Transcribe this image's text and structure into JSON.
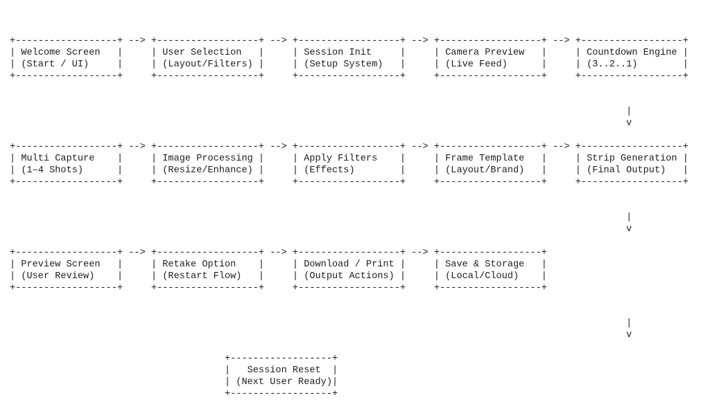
{
  "diagram": {
    "lines": [
      "+------------------+ --> +------------------+ --> +------------------+ --> +------------------+ --> +------------------+",
      "| Welcome Screen   |     | User Selection   |     | Session Init     |     | Camera Preview   |     | Countdown Engine |",
      "| (Start / UI)     |     | (Layout/Filters) |     | (Setup System)   |     | (Live Feed)      |     | (3..2..1)        |",
      "+------------------+     +------------------+     +------------------+     +------------------+     +------------------+",
      "",
      "",
      "                                                                                                             |",
      "                                                                                                             v",
      "",
      "+------------------+ --> +------------------+ --> +------------------+ --> +------------------+ --> +------------------+",
      "| Multi Capture    |     | Image Processing |     | Apply Filters    |     | Frame Template   |     | Strip Generation |",
      "| (1–4 Shots)      |     | (Resize/Enhance) |     | (Effects)        |     | (Layout/Brand)   |     | (Final Output)   |",
      "+------------------+     +------------------+     +------------------+     +------------------+     +------------------+",
      "",
      "",
      "                                                                                                             |",
      "                                                                                                             v",
      "",
      "+------------------+ --> +------------------+ --> +------------------+ --> +------------------+",
      "| Preview Screen   |     | Retake Option    |     | Download / Print |     | Save & Storage   |",
      "| (User Review)    |     | (Restart Flow)   |     | (Output Actions) |     | (Local/Cloud)    |",
      "+------------------+     +------------------+     +------------------+     +------------------+",
      "",
      "",
      "                                                                                                             |",
      "                                                                                                             v",
      "",
      "                                      +------------------+",
      "                                      |   Session Reset  |",
      "                                      | (Next User Ready)|",
      "                                      +------------------+"
    ]
  }
}
